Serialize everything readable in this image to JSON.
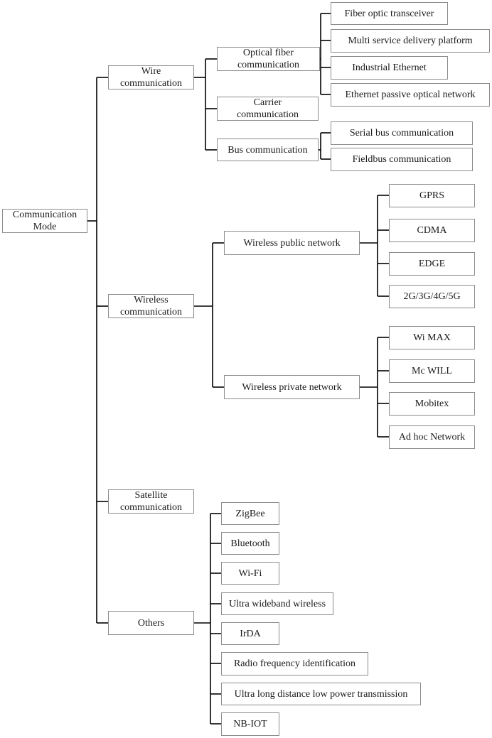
{
  "diagram": {
    "root": {
      "id": "root",
      "label": "Communication\nMode"
    },
    "nodes": [
      {
        "id": "wire",
        "parent": "root",
        "label": "Wire\ncommunication"
      },
      {
        "id": "wireless",
        "parent": "root",
        "label": "Wireless\ncommunication"
      },
      {
        "id": "satellite",
        "parent": "root",
        "label": "Satellite\ncommunication"
      },
      {
        "id": "others",
        "parent": "root",
        "label": "Others"
      },
      {
        "id": "optical",
        "parent": "wire",
        "label": "Optical fiber\ncommunication"
      },
      {
        "id": "carrier",
        "parent": "wire",
        "label": "Carrier\ncommunication"
      },
      {
        "id": "bus",
        "parent": "wire",
        "label": "Bus communication"
      },
      {
        "id": "fot",
        "parent": "optical",
        "label": "Fiber optic transceiver"
      },
      {
        "id": "msdp",
        "parent": "optical",
        "label": "Multi service delivery platform"
      },
      {
        "id": "ie",
        "parent": "optical",
        "label": "Industrial Ethernet"
      },
      {
        "id": "epon",
        "parent": "optical",
        "label": "Ethernet passive optical network"
      },
      {
        "id": "serial",
        "parent": "bus",
        "label": "Serial bus communication"
      },
      {
        "id": "fieldbus",
        "parent": "bus",
        "label": "Fieldbus communication"
      },
      {
        "id": "wpub",
        "parent": "wireless",
        "label": "Wireless public network"
      },
      {
        "id": "wpriv",
        "parent": "wireless",
        "label": "Wireless private network"
      },
      {
        "id": "gprs",
        "parent": "wpub",
        "label": "GPRS"
      },
      {
        "id": "cdma",
        "parent": "wpub",
        "label": "CDMA"
      },
      {
        "id": "edge",
        "parent": "wpub",
        "label": "EDGE"
      },
      {
        "id": "g2345",
        "parent": "wpub",
        "label": "2G/3G/4G/5G"
      },
      {
        "id": "wimax",
        "parent": "wpriv",
        "label": "Wi MAX"
      },
      {
        "id": "mcwill",
        "parent": "wpriv",
        "label": "Mc WILL"
      },
      {
        "id": "mobitex",
        "parent": "wpriv",
        "label": "Mobitex"
      },
      {
        "id": "adhoc",
        "parent": "wpriv",
        "label": "Ad hoc Network"
      },
      {
        "id": "zigbee",
        "parent": "others",
        "label": "ZigBee"
      },
      {
        "id": "bluetooth",
        "parent": "others",
        "label": "Bluetooth"
      },
      {
        "id": "wifi",
        "parent": "others",
        "label": "Wi-Fi"
      },
      {
        "id": "uwb",
        "parent": "others",
        "label": "Ultra wideband wireless"
      },
      {
        "id": "irda",
        "parent": "others",
        "label": "IrDA"
      },
      {
        "id": "rfid",
        "parent": "others",
        "label": "Radio frequency identification"
      },
      {
        "id": "ulpt",
        "parent": "others",
        "label": "Ultra long distance low power transmission"
      },
      {
        "id": "nbiot",
        "parent": "others",
        "label": "NB-IOT"
      }
    ]
  }
}
